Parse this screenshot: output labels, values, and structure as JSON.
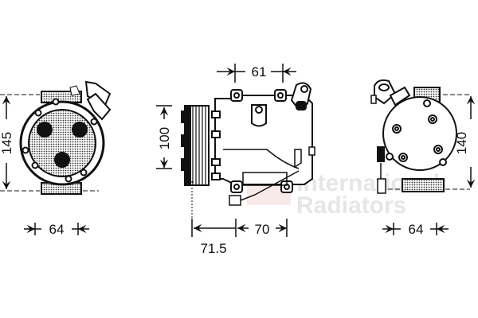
{
  "watermark": {
    "line1": "International",
    "line2": "Radiators",
    "color": "#e4e4e4",
    "accent": "#f2d0cc"
  },
  "views": {
    "left": {
      "name": "front-view",
      "height_dim": "145",
      "width_dim": "64"
    },
    "middle": {
      "name": "side-view",
      "top_dim": "61",
      "height_dim": "100",
      "clutch_dim": "71.5",
      "mount_dim": "70"
    },
    "right": {
      "name": "rear-view",
      "height_dim": "140",
      "width_dim": "64"
    }
  }
}
